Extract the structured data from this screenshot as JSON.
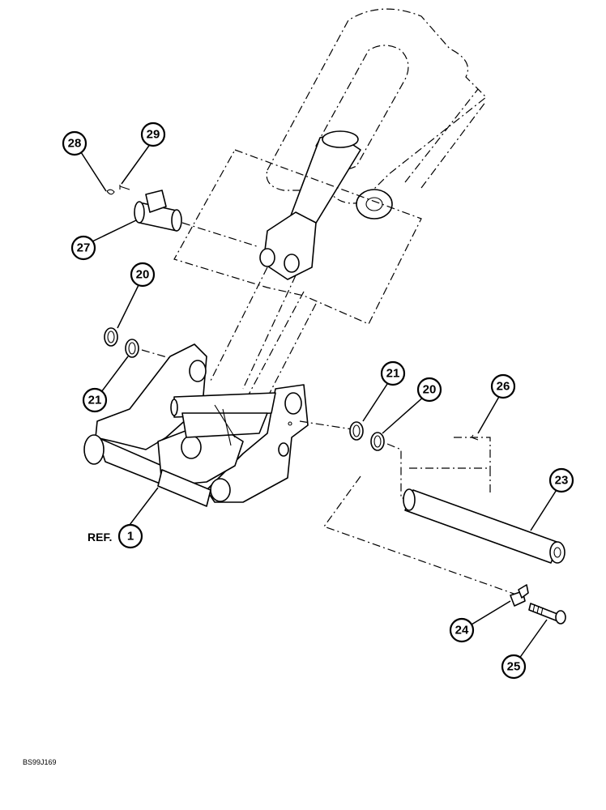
{
  "callouts": [
    {
      "id": "28",
      "label": "28"
    },
    {
      "id": "29",
      "label": "29"
    },
    {
      "id": "27",
      "label": "27"
    },
    {
      "id": "20a",
      "label": "20"
    },
    {
      "id": "21a",
      "label": "21"
    },
    {
      "id": "21b",
      "label": "21"
    },
    {
      "id": "20b",
      "label": "20"
    },
    {
      "id": "26",
      "label": "26"
    },
    {
      "id": "23",
      "label": "23"
    },
    {
      "id": "1",
      "label": "1"
    },
    {
      "id": "24",
      "label": "24"
    },
    {
      "id": "25",
      "label": "25"
    }
  ],
  "ref_prefix": "REF.",
  "drawing_code": "BS99J169"
}
